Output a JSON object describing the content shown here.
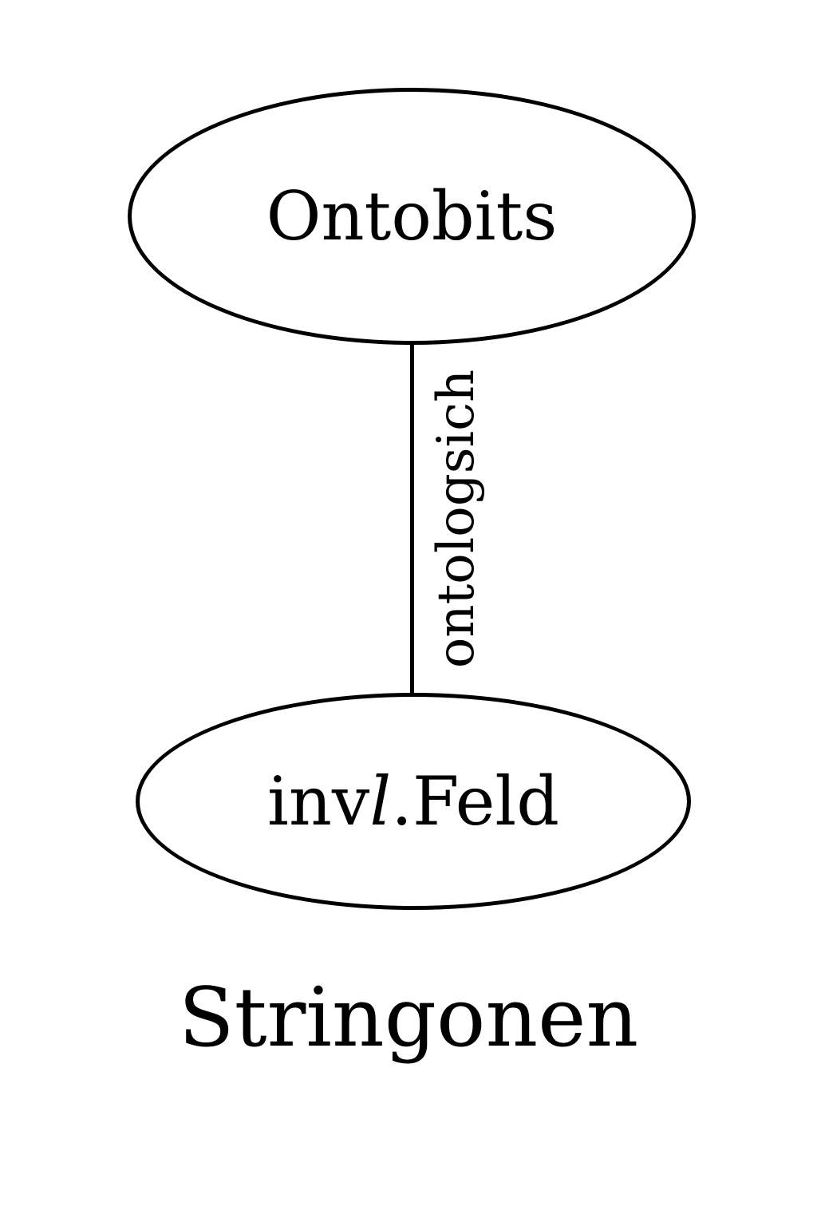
{
  "diagram": {
    "title": "Stringonen",
    "nodes": [
      {
        "id": "ontobits",
        "label": "Ontobits",
        "shape": "ellipse"
      },
      {
        "id": "invl-feld",
        "shape": "ellipse",
        "label_prefix": "inv",
        "label_variable": "l",
        "label_suffix": ".Feld"
      }
    ],
    "edges": [
      {
        "from": "Ontobits",
        "to": "invl.Feld",
        "label": "ontologsich"
      }
    ],
    "colors": {
      "stroke": "#000000",
      "text": "#000000",
      "background": "#ffffff"
    }
  }
}
